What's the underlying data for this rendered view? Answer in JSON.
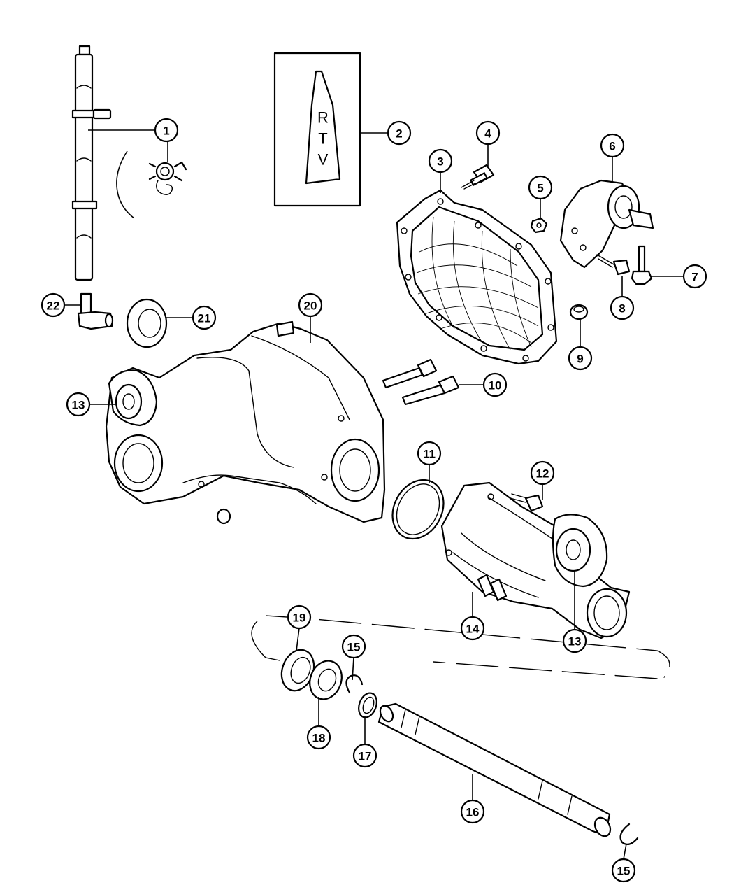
{
  "rtv_label": [
    "R",
    "T",
    "V"
  ],
  "callouts": [
    {
      "id": "c1",
      "label": "1"
    },
    {
      "id": "c2",
      "label": "2"
    },
    {
      "id": "c3",
      "label": "3"
    },
    {
      "id": "c4",
      "label": "4"
    },
    {
      "id": "c5",
      "label": "5"
    },
    {
      "id": "c6",
      "label": "6"
    },
    {
      "id": "c7",
      "label": "7"
    },
    {
      "id": "c8",
      "label": "8"
    },
    {
      "id": "c9",
      "label": "9"
    },
    {
      "id": "c10",
      "label": "10"
    },
    {
      "id": "c11",
      "label": "11"
    },
    {
      "id": "c12",
      "label": "12"
    },
    {
      "id": "c13a",
      "label": "13"
    },
    {
      "id": "c13b",
      "label": "13"
    },
    {
      "id": "c14",
      "label": "14"
    },
    {
      "id": "c15a",
      "label": "15"
    },
    {
      "id": "c15b",
      "label": "15"
    },
    {
      "id": "c16",
      "label": "16"
    },
    {
      "id": "c17",
      "label": "17"
    },
    {
      "id": "c18",
      "label": "18"
    },
    {
      "id": "c19",
      "label": "19"
    },
    {
      "id": "c20",
      "label": "20"
    },
    {
      "id": "c21",
      "label": "21"
    },
    {
      "id": "c22",
      "label": "22"
    }
  ]
}
